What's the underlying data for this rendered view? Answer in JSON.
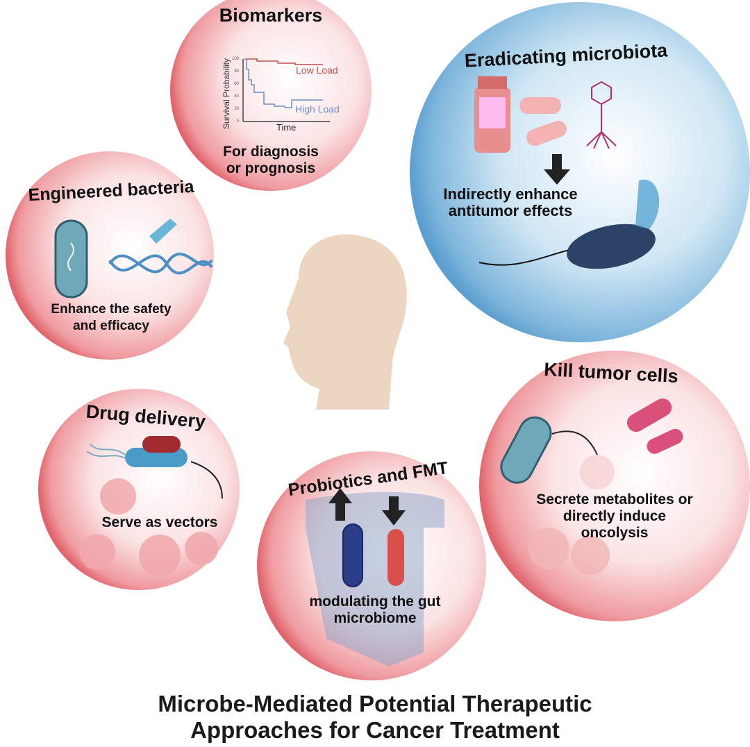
{
  "panels": {
    "biomarkers": {
      "title": "Biomarkers",
      "caption_1": "For diagnosis",
      "caption_2": "or prognosis"
    },
    "eradicating": {
      "title": "Eradicating microbiota",
      "caption_1": "Indirectly enhance",
      "caption_2": "antitumor effects"
    },
    "engineered": {
      "title": "Engineered bacteria",
      "caption_1": "Enhance  the safety",
      "caption_2": "and efficacy"
    },
    "kill": {
      "title": "Kill tumor cells",
      "caption_1": "Secrete metabolites or",
      "caption_2": "directly induce",
      "caption_3": "oncolysis"
    },
    "drug": {
      "title": "Drug delivery",
      "caption_1": "Serve as vectors"
    },
    "probiotics": {
      "title": "Probiotics and FMT",
      "caption_1": "modulating the gut",
      "caption_2": "microbiome"
    }
  },
  "survival_chart": {
    "ylabel": "Survival Probability",
    "xlabel": "Time",
    "yticks": [
      "0",
      "20",
      "40",
      "60",
      "80",
      "100"
    ],
    "low_label": "Low Load",
    "high_label": "High Load",
    "low_color": "#c0504d",
    "high_color": "#6b8fc4"
  },
  "figure_title": {
    "line_1": "Microbe-Mediated Potential Therapeutic",
    "line_2": "Approaches for Cancer Treatment"
  }
}
